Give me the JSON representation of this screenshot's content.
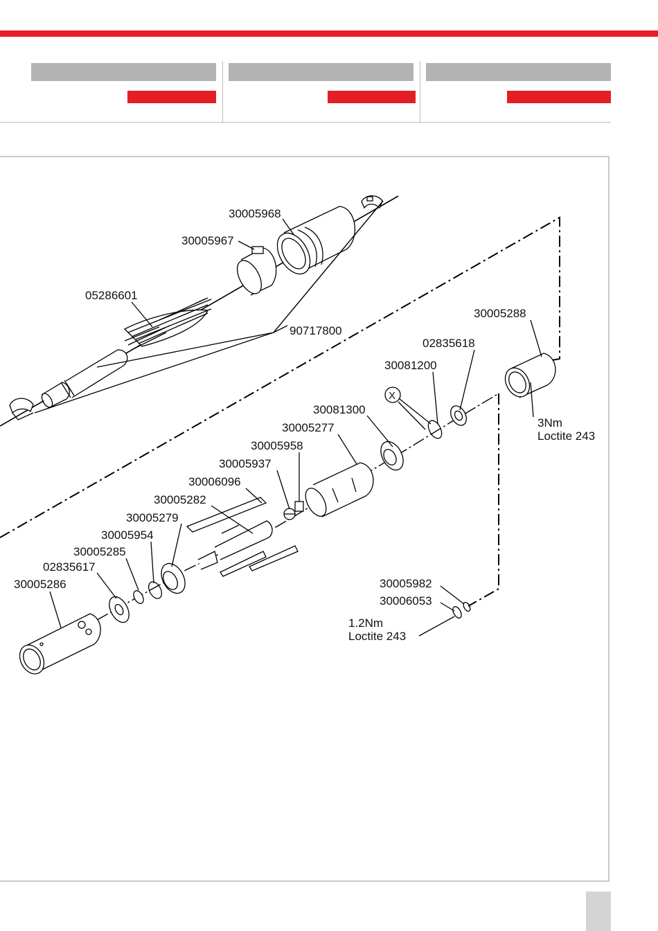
{
  "header": {
    "columns": [
      {
        "gray_label": "",
        "red_label": ""
      },
      {
        "gray_label": "",
        "red_label": ""
      },
      {
        "gray_label": "",
        "red_label": ""
      }
    ]
  },
  "diagram": {
    "part_labels": [
      "30005968",
      "30005967",
      "05286601",
      "90717800",
      "30005288",
      "02835618",
      "30081200",
      "30081300",
      "30005277",
      "30005958",
      "30005937",
      "30006096",
      "30005282",
      "30005279",
      "30005954",
      "30005285",
      "02835617",
      "30005286",
      "30005982",
      "30006053"
    ],
    "marker_label": "X",
    "torque_notes": [
      {
        "torque": "3Nm",
        "adhesive": "Loctite 243"
      },
      {
        "torque": "1.2Nm",
        "adhesive": "Loctite 243"
      }
    ]
  },
  "footer": {
    "page_number": ""
  },
  "colors": {
    "accent_red": "#e31e24",
    "bar_gray": "#b3b3b3",
    "frame_gray": "#c8c8c8"
  }
}
